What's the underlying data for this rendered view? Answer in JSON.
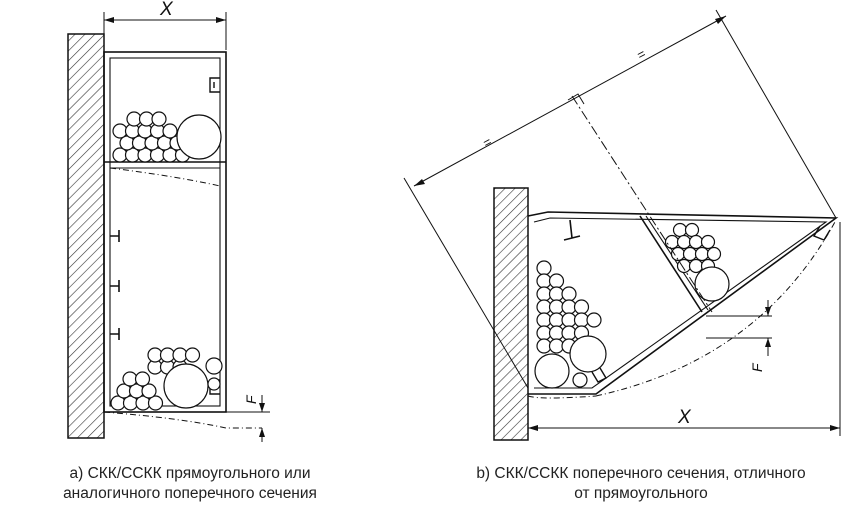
{
  "dimensions": {
    "x_symbol": "X",
    "f_symbol": "F",
    "equal_mark": "="
  },
  "captions": {
    "a": {
      "line1": "a)  СКК/ССКК прямоугольного или",
      "line2": "аналогичного поперечного сечения"
    },
    "b": {
      "line1": "b)  СКК/ССКК поперечного сечения, отличного",
      "line2": "от прямоугольного"
    }
  }
}
